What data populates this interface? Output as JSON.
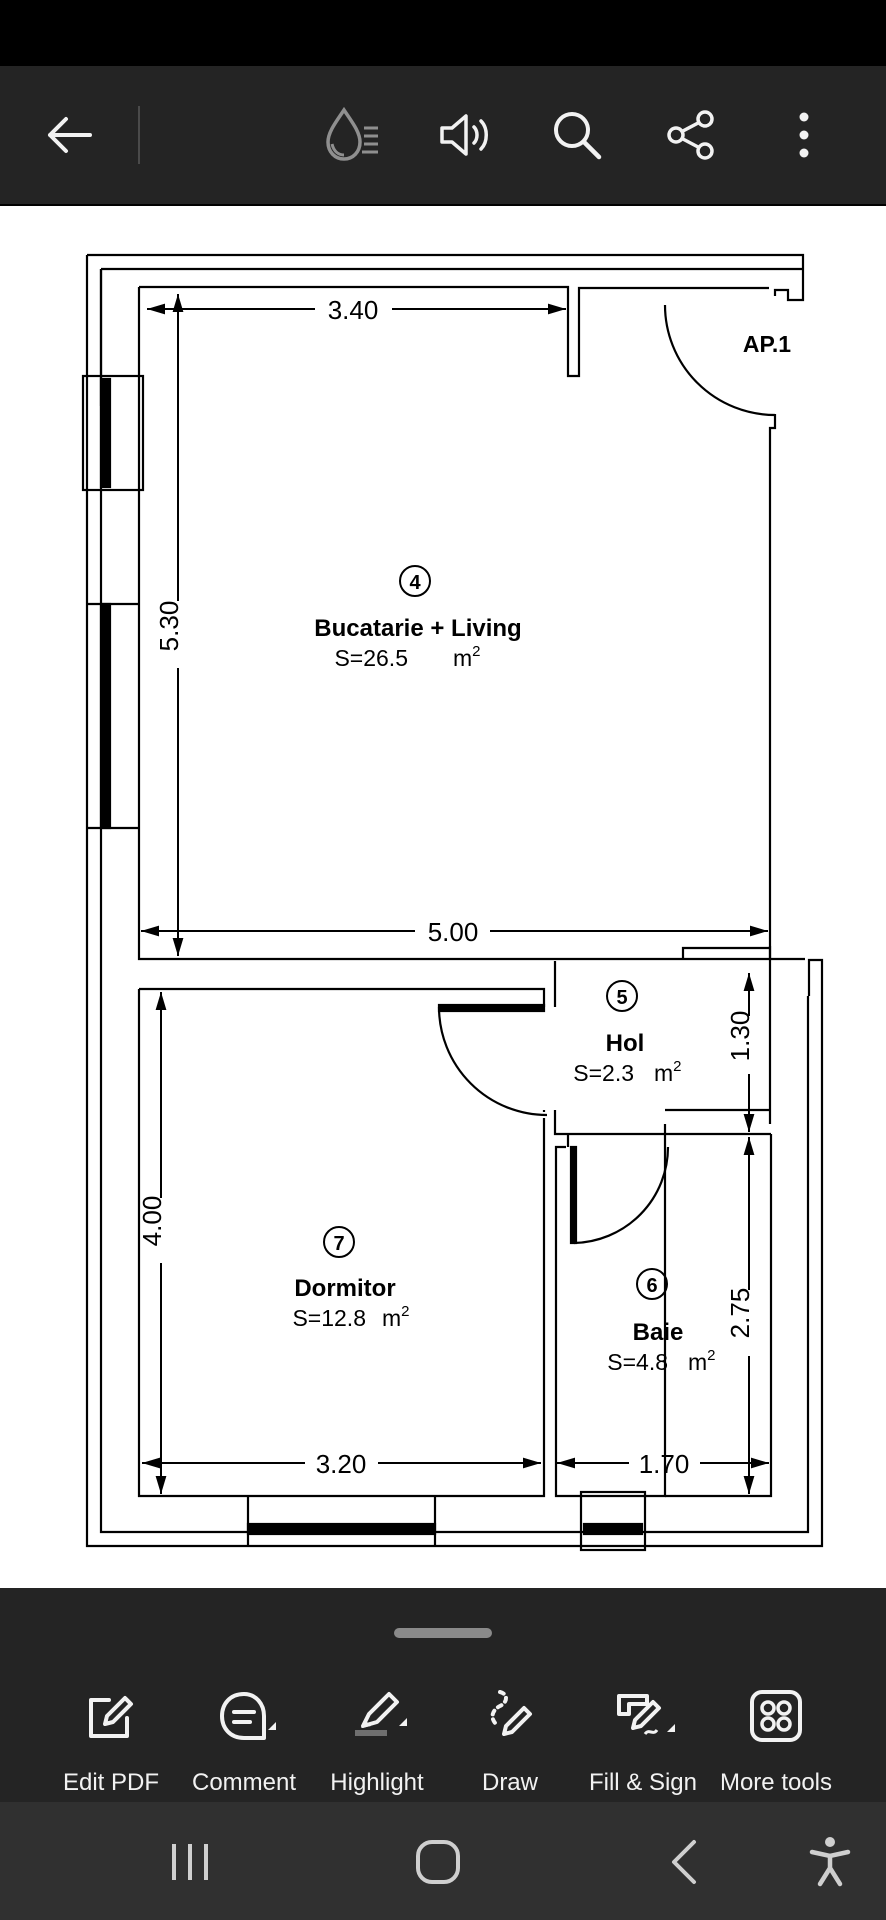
{
  "toolbar": {
    "back_icon": "arrow-left-icon",
    "liquid_mode_icon": "liquid-mode-icon",
    "read_aloud_icon": "speaker-icon",
    "search_icon": "search-icon",
    "share_icon": "share-icon",
    "more_icon": "more-vertical-icon"
  },
  "floorplan": {
    "apartment": "AP.1",
    "rooms": [
      {
        "num": "4",
        "name": "Bucatarie + Living",
        "area": "S=26.5",
        "unit": "m"
      },
      {
        "num": "5",
        "name": "Hol",
        "area": "S=2.3",
        "unit": "m"
      },
      {
        "num": "6",
        "name": "Baie",
        "area": "S=4.8",
        "unit": "m"
      },
      {
        "num": "7",
        "name": "Dormitor",
        "area": "S=12.8",
        "unit": "m"
      }
    ],
    "sup": "2",
    "dimensions": [
      "3.40",
      "5.30",
      "5.00",
      "1.30",
      "4.00",
      "3.20",
      "2.75",
      "1.70"
    ]
  },
  "tools": [
    {
      "label": "Edit PDF",
      "icon": "edit-pdf-icon"
    },
    {
      "label": "Comment",
      "icon": "comment-icon"
    },
    {
      "label": "Highlight",
      "icon": "highlight-icon"
    },
    {
      "label": "Draw",
      "icon": "draw-icon"
    },
    {
      "label": "Fill & Sign",
      "icon": "fill-sign-icon"
    },
    {
      "label": "More tools",
      "icon": "more-tools-icon"
    }
  ],
  "navigation": {
    "recents_icon": "recent-apps-icon",
    "home_icon": "home-icon",
    "back_icon": "back-icon",
    "accessibility_icon": "accessibility-icon"
  }
}
